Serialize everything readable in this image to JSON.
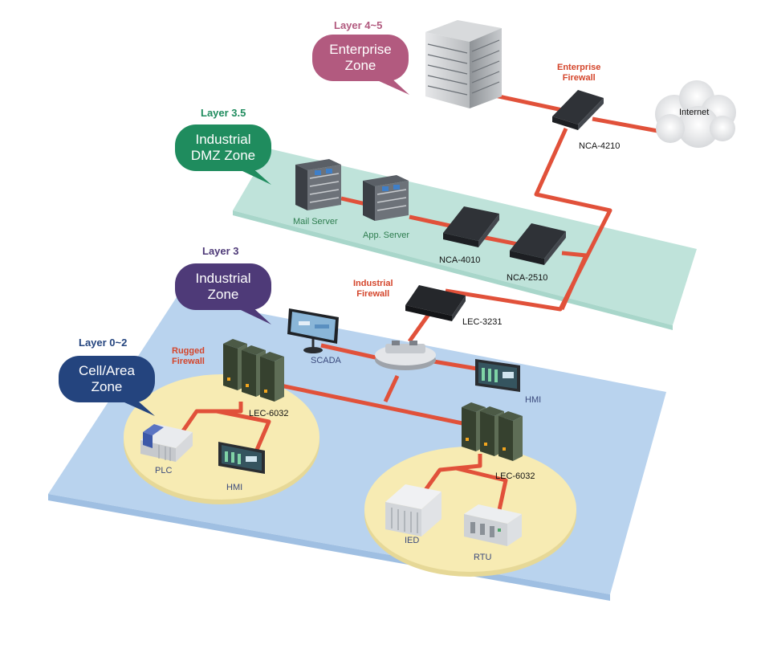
{
  "layers": {
    "l45": "Layer 4~5",
    "l35": "Layer 3.5",
    "l3": "Layer 3",
    "l02": "Layer 0~2"
  },
  "zones": {
    "enterprise": [
      "Enterprise",
      "Zone"
    ],
    "dmz": [
      "Industrial",
      "DMZ Zone"
    ],
    "industrial": [
      "Industrial",
      "Zone"
    ],
    "cell": [
      "Cell/Area",
      "Zone"
    ]
  },
  "firewalls": {
    "enterprise": [
      "Enterprise",
      "Firewall"
    ],
    "industrial": [
      "Industrial",
      "Firewall"
    ],
    "rugged": [
      "Rugged",
      "Firewall"
    ]
  },
  "devices": {
    "internet": "Internet",
    "nca4210": "NCA-4210",
    "mail_server": "Mail Server",
    "app_server": "App. Server",
    "nca4010": "NCA-4010",
    "nca2510": "NCA-2510",
    "lec3231": "LEC-3231",
    "scada": "SCADA",
    "hmi_right": "HMI",
    "lec6032_left": "LEC-6032",
    "plc": "PLC",
    "hmi_left": "HMI",
    "lec6032_right": "LEC-6032",
    "ied": "IED",
    "rtu": "RTU"
  },
  "colors": {
    "enterprise_zone": "#b25a7f",
    "dmz_zone": "#1f8c5e",
    "industrial_zone": "#4e3a78",
    "cell_zone": "#24447e",
    "link": "#e1513a",
    "dmz_plane": "#bfe3da",
    "industrial_plane": "#b9d3ee",
    "cell_disc": "#f7ebb3"
  }
}
